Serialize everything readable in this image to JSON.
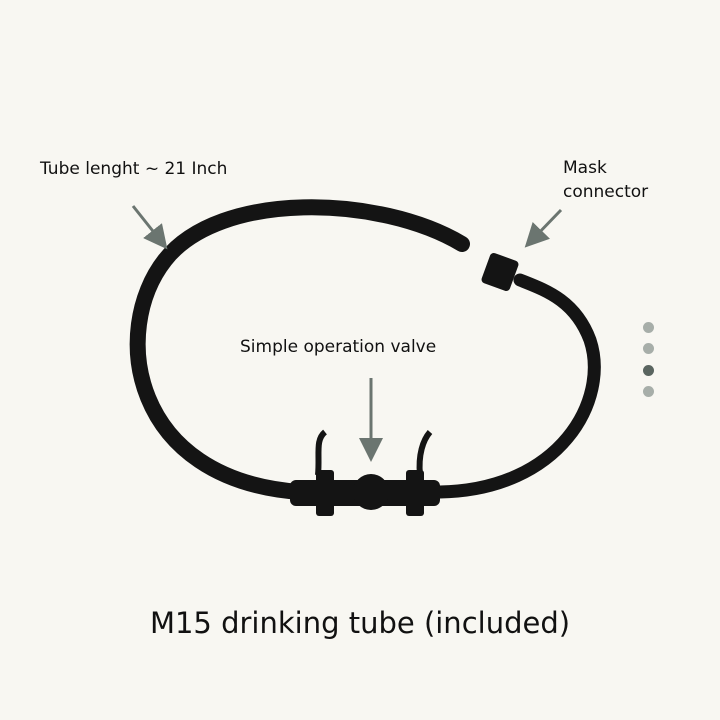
{
  "labels": {
    "tube_length": "Tube lenght ~ 21 Inch",
    "mask_connector_line1": "Mask",
    "mask_connector_line2": "connector",
    "valve": "Simple operation valve"
  },
  "title": "M15 drinking tube (included)",
  "carousel": {
    "count": 4,
    "active_index": 2,
    "active_color": "#5a6560",
    "inactive_color": "#a7aea9"
  },
  "colors": {
    "background": "#f8f7f2",
    "arrow": "#6b7570",
    "tube": "#141414"
  }
}
